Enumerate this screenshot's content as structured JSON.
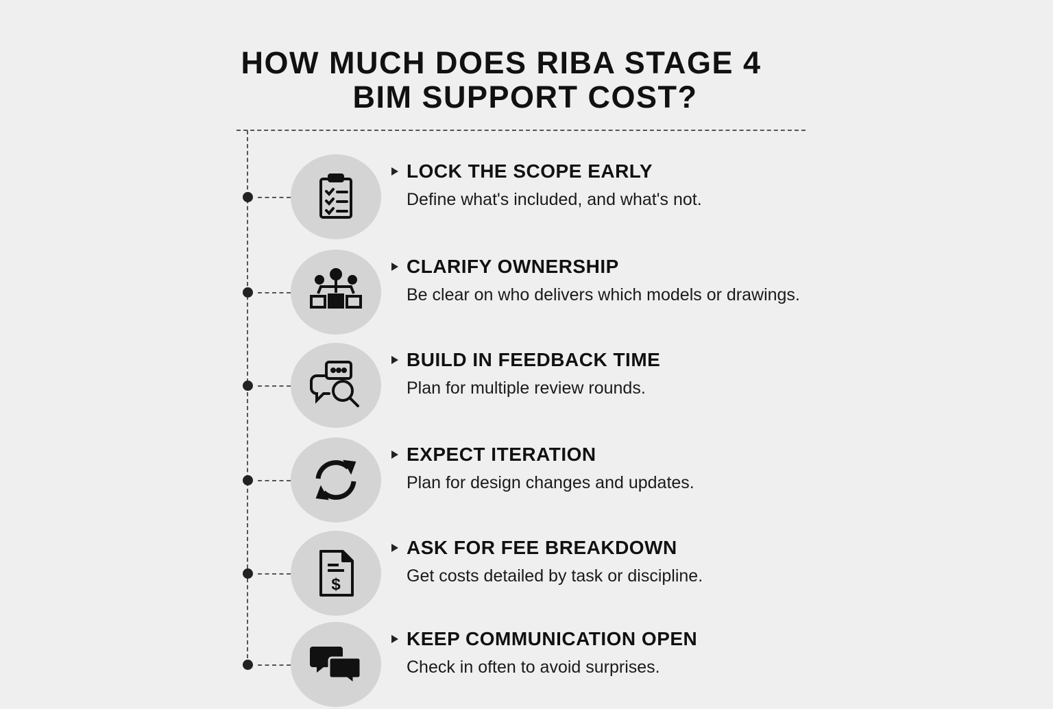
{
  "title": {
    "line1": "HOW MUCH DOES RIBA STAGE 4",
    "line2": "BIM SUPPORT COST?"
  },
  "items": [
    {
      "icon": "clipboard-checklist-icon",
      "heading": "LOCK THE SCOPE EARLY",
      "description": "Define what's included, and what's not."
    },
    {
      "icon": "org-chart-icon",
      "heading": "CLARIFY OWNERSHIP",
      "description": "Be clear on who delivers which models or drawings."
    },
    {
      "icon": "chat-search-icon",
      "heading": "BUILD IN FEEDBACK TIME",
      "description": "Plan for multiple review rounds."
    },
    {
      "icon": "refresh-cycle-icon",
      "heading": "EXPECT ITERATION",
      "description": "Plan for design changes and updates."
    },
    {
      "icon": "invoice-dollar-icon",
      "heading": "ASK FOR FEE BREAKDOWN",
      "description": "Get costs detailed by task or discipline."
    },
    {
      "icon": "chat-bubbles-icon",
      "heading": "KEEP COMMUNICATION OPEN",
      "description": "Check in often to avoid surprises."
    }
  ]
}
